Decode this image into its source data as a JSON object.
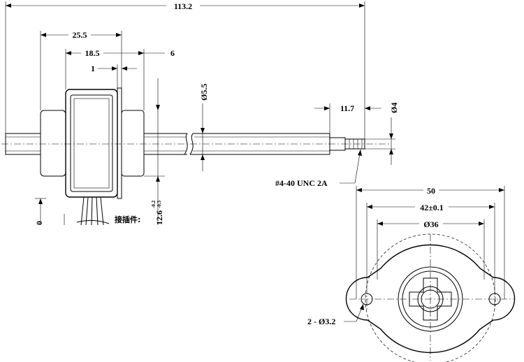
{
  "dimensions": {
    "overall_length": "113.2",
    "body_length": "25.5",
    "flange_span": "18.5",
    "shaft_protrusion": "6",
    "flange_thickness": "1",
    "shaft_diameter": "Ø5.5",
    "tip_length": "11.7",
    "tip_diameter": "Ø4",
    "thread_spec": "#4-40 UNC 2A",
    "lead_offset_zero": "0",
    "lead_offset": "12.6",
    "lead_tol_upper": "-0.2",
    "lead_tol_lower": "-0.3",
    "connector_label": "接插件:",
    "flange_width": "50",
    "hole_spacing": "42±0.1",
    "body_diameter": "Ø36",
    "mount_holes": "2 - Ø3.2"
  }
}
